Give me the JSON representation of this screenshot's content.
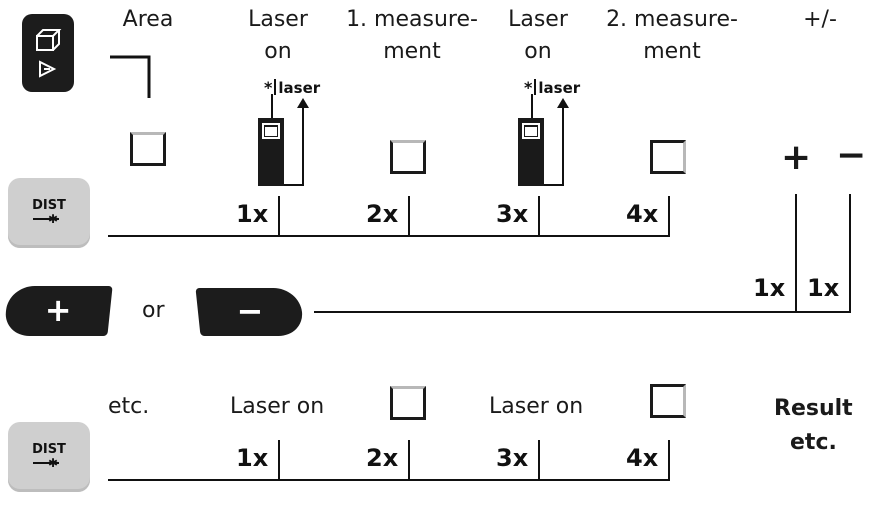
{
  "headers": {
    "area": "Area",
    "laser_on_1": "Laser\non",
    "measurement_1": "1. measure-\nment",
    "laser_on_2": "Laser\non",
    "measurement_2": "2. measure-\nment",
    "plus_minus": "+/-"
  },
  "laser_label": "laser",
  "star": "*",
  "counts_row1": [
    "1x",
    "2x",
    "3x",
    "4x"
  ],
  "counts_row2": [
    "1x",
    "1x"
  ],
  "counts_row3": [
    "1x",
    "2x",
    "3x",
    "4x"
  ],
  "plus_symbol": "+",
  "minus_symbol": "−",
  "or_text": "or",
  "dist_key": "DIST",
  "row3": {
    "etc": "etc.",
    "laser_on_a": "Laser on",
    "laser_on_b": "Laser on",
    "result": "Result",
    "result_etc": "etc."
  },
  "colors": {
    "key_dark": "#1c1c1c",
    "key_grey": "#cfcfcf",
    "highlight_edge": "#b8b8b8"
  },
  "icons": [
    "area-volume-mode-icon",
    "dist-key-icon",
    "plus-key-icon",
    "minus-key-icon",
    "laser-device-icon"
  ]
}
